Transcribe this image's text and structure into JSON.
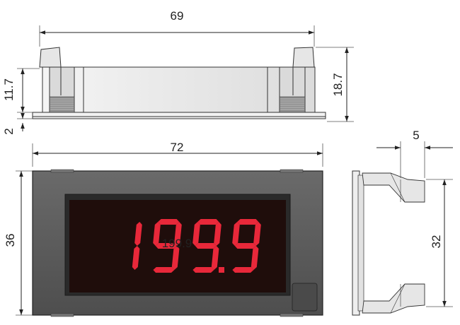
{
  "dimensions": {
    "top_width": "69",
    "top_height_right": "18.7",
    "top_height_left": "11.7",
    "bottom_gap": "2",
    "front_width": "72",
    "front_height": "36",
    "side_depth": "5",
    "side_height": "32"
  },
  "display": {
    "reading": "199.9",
    "digits": [
      "1",
      "9",
      "9",
      "9"
    ],
    "decimal_after_index": 2,
    "segment_color": "#e8283a",
    "screen_color": "#1f0d0b",
    "bezel_color": "#5b5b5b"
  }
}
